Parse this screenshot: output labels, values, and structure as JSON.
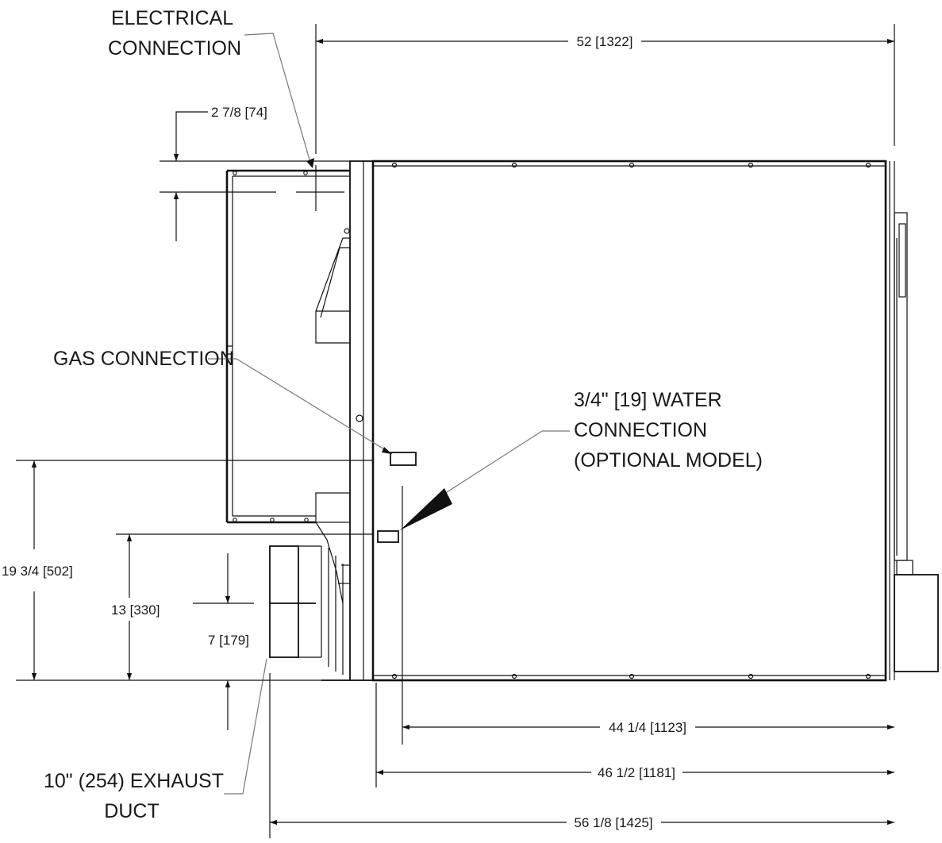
{
  "labels": {
    "electrical": [
      "ELECTRICAL",
      "CONNECTION"
    ],
    "gas": "GAS CONNECTION",
    "water": [
      "3/4\" [19] WATER",
      "CONNECTION",
      "(OPTIONAL MODEL)"
    ],
    "exhaust": [
      "10\" (254) EXHAUST",
      "DUCT"
    ]
  },
  "dimensions": {
    "top_width": "52 [1322]",
    "electrical_offset": "2 7/8 [74]",
    "gas_height": "19 3/4 [502]",
    "exhaust_top_height": "13 [330]",
    "exhaust_center_height": "7 [179]",
    "water_to_back": "44 1/4 [1123]",
    "cabinet_depth": "46 1/2 [1181]",
    "overall_depth": "56 1/8 [1425]"
  }
}
